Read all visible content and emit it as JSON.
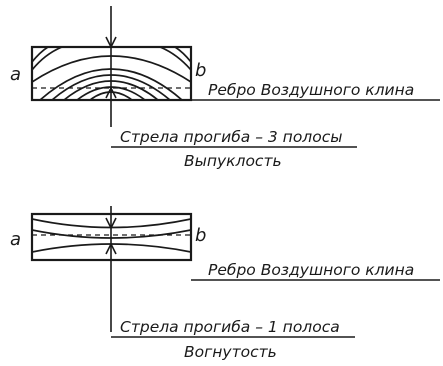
{
  "diagrams": [
    {
      "label_a": "a",
      "label_b": "b",
      "edge_label": "Ребро Воздушного клина",
      "deflection_label": "Стрела прогиба – 3 полосы",
      "shape_label": "Выпуклость",
      "fringe_count": 3,
      "shape": "convex"
    },
    {
      "label_a": "a",
      "label_b": "b",
      "edge_label": "Ребро Воздушного клина",
      "deflection_label": "Стрела прогиба – 1 полоса",
      "shape_label": "Вогнутость",
      "fringe_count": 1,
      "shape": "concave"
    }
  ]
}
